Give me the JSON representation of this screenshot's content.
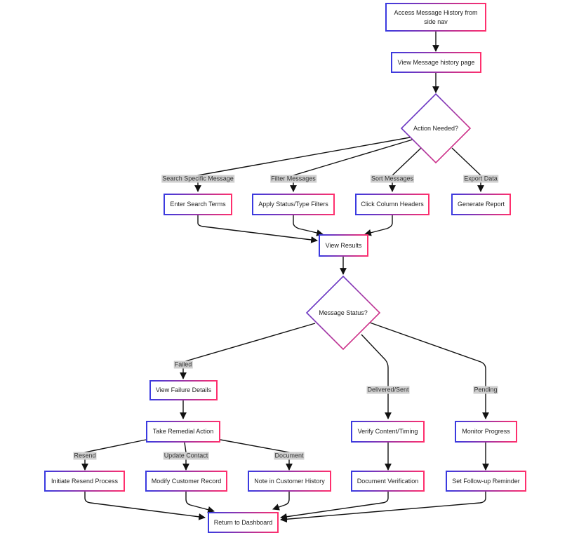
{
  "nodes": {
    "access": "Access Message History from side nav",
    "view_page": "View Message history page",
    "action_needed": "Action Needed?",
    "enter_search": "Enter Search Terms",
    "apply_filters": "Apply Status/Type Filters",
    "click_headers": "Click Column Headers",
    "generate_report": "Generate Report",
    "view_results": "View Results",
    "message_status": "Message Status?",
    "view_failure": "View Failure Details",
    "take_remedial": "Take Remedial Action",
    "initiate_resend": "Initiate Resend Process",
    "modify_record": "Modify Customer Record",
    "note_history": "Note in Customer History",
    "verify_content": "Verify Content/Timing",
    "document_verification": "Document Verification",
    "monitor_progress": "Monitor Progress",
    "set_reminder": "Set Follow-up Reminder",
    "return_dashboard": "Return to Dashboard"
  },
  "edge_labels": {
    "search_specific": "Search Specific Message",
    "filter_messages": "Filter Messages",
    "sort_messages": "Sort Messages",
    "export_data": "Export Data",
    "failed": "Failed",
    "delivered_sent": "Delivered/Sent",
    "pending": "Pending",
    "resend": "Resend",
    "update_contact": "Update Contact",
    "document": "Document"
  },
  "colors": {
    "border_start": "#3a3ae0",
    "border_end": "#ff2f6d",
    "edge": "#111111",
    "label_bg": "#cfcfcf"
  }
}
